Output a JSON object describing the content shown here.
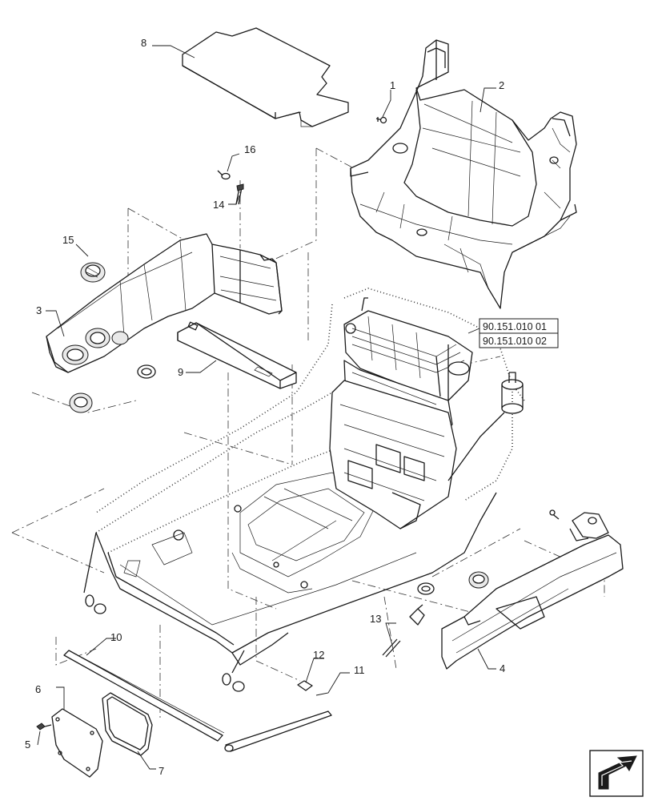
{
  "callouts": {
    "c1": "1",
    "c2": "2",
    "c3": "3",
    "c4": "4",
    "c5": "5",
    "c6": "6",
    "c7": "7",
    "c8": "8",
    "c9": "9",
    "c10": "10",
    "c11": "11",
    "c12": "12",
    "c13": "13",
    "c14": "14",
    "c15": "15",
    "c16": "16"
  },
  "references": {
    "ref1": "90.151.010 01",
    "ref2": "90.151.010 02"
  },
  "nav_icon": "navigate-arrow-icon"
}
